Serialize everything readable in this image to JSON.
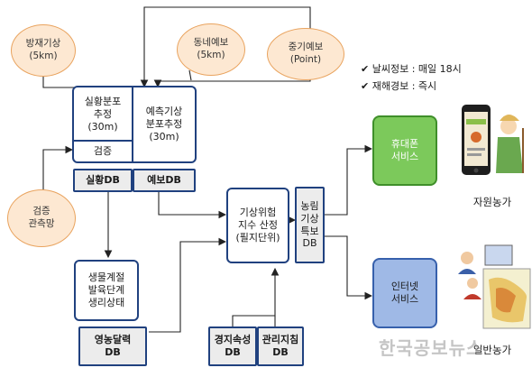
{
  "circles": {
    "disaster_weather": "방재기상\n(5km)",
    "dongne_forecast": "동네예보\n(5km)",
    "midterm_forecast": "중기예보\n(Point)",
    "verification_network": "검증\n관측망"
  },
  "boxes": {
    "actual_estimate": "실황분포\n추정\n(30m)",
    "verification": "검증",
    "forecast_estimate": "예측기상\n분포추정\n(30m)",
    "weather_risk": "기상위험\n지수 산정\n(필지단위)",
    "bio_stage": "생물계절\n발육단계\n생리상태"
  },
  "db": {
    "actual_db": "실황DB",
    "forecast_db": "예보DB",
    "farm_weather_alert_db": "농림\n기상\n특보\nDB",
    "farm_calendar_db": "영농달력\nDB",
    "land_attr_db": "경지속성\nDB",
    "management_db": "관리지침\nDB"
  },
  "services": {
    "mobile": "휴대폰\n서비스",
    "internet": "인터넷\n서비스"
  },
  "info": {
    "weather_info": "날씨정보 : 매일 18시",
    "disaster_warning": "재해경보 : 즉시"
  },
  "farm_labels": {
    "volunteer_farm": "자원농가",
    "general_farm": "일반농가"
  },
  "watermark": "한국공보뉴스",
  "bullet_glyph": "✔"
}
